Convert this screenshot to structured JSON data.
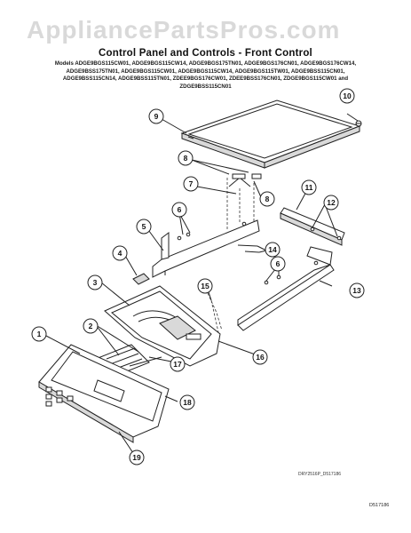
{
  "watermark": "AppliancePartsPros.com",
  "title": "Control Panel and Controls - Front Control",
  "models": [
    "Models ADGE9BGS115CW01, ADGE9BGS115CW14, ADGE9BGS175TN01, ADGE9BGS176CN01, ADGE9BGS176CW14,",
    "ADGE9BSS175TN01, ADGE9BGS115CW01, ADGE9BGS115CW14, ADGE9BGS115TW01, ADGE9BSS115CN01,",
    "ADGE9BSS115CN14, ADGE9BSS115TN01, ZDEE9BGS176CW01, ZDEE9BSS176CN01, ZDGE9BGS115CW01 and",
    "ZDGE9BSS115CN01"
  ],
  "callouts": [
    "1",
    "2",
    "3",
    "4",
    "5",
    "6",
    "7",
    "8",
    "9",
    "10",
    "11",
    "12",
    "13",
    "14",
    "15",
    "16",
    "17",
    "18",
    "19"
  ],
  "drawing_code": "DRY2516P_D517186",
  "page_code": "D517186"
}
